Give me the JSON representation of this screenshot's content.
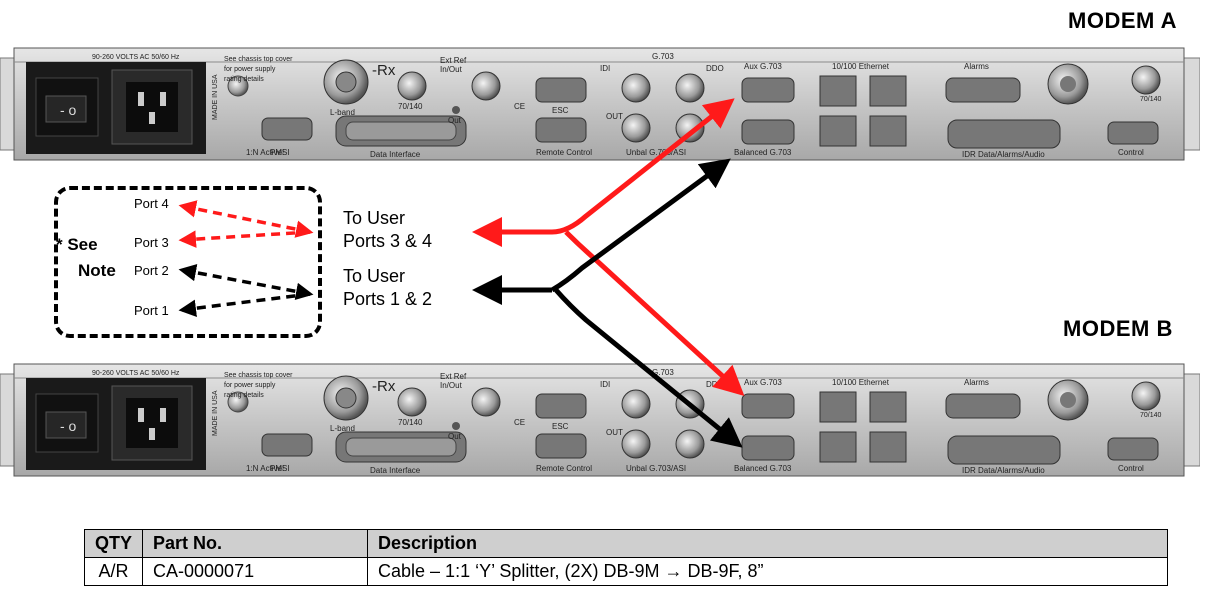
{
  "modem_a": {
    "title": "MODEM A",
    "labels": {
      "volts": "90-260 VOLTS AC  50/60 Hz",
      "cover": "See chassis top cover",
      "supply": "for power supply",
      "rating": "rating details",
      "rx": "-Rx",
      "lband": "L-band",
      "if": "70/140",
      "extref": "Ext Ref",
      "inout": "In/Out",
      "out": "Out",
      "ce": "CE",
      "idi": "IDI",
      "g703": "G.703",
      "ddo": "DDO",
      "aux": "Aux  G.703",
      "eth": "10/100  Ethernet",
      "alarms": "Alarms",
      "pmsi": "PMSI",
      "madein": "MADE IN USA",
      "active": "1:N  Active!",
      "datainterface": "Data  Interface",
      "esc": "ESC",
      "remote": "Remote  Control",
      "outlbl": "OUT",
      "unbal": "Unbal G.703/ASI",
      "balanced": "Balanced  G.703",
      "idr": "IDR  Data/Alarms/Audio",
      "control": "Control",
      "tx_if": "70/140"
    }
  },
  "modem_b": {
    "title": "MODEM B",
    "labels": {
      "volts": "90-260 VOLTS AC  50/60 Hz",
      "cover": "See chassis top cover",
      "supply": "for power supply",
      "rating": "rating details",
      "rx": "-Rx",
      "lband": "L-band",
      "if": "70/140",
      "extref": "Ext Ref",
      "inout": "In/Out",
      "out": "Out",
      "ce": "CE",
      "idi": "IDI",
      "g703": "G.703",
      "ddo": "DDO",
      "aux": "Aux  G.703",
      "eth": "10/100  Ethernet",
      "alarms": "Alarms",
      "pmsi": "PMSI",
      "madein": "MADE IN USA",
      "active": "1:N  Active!",
      "datainterface": "Data  Interface",
      "esc": "ESC",
      "remote": "Remote  Control",
      "outlbl": "OUT",
      "unbal": "Unbal G.703/ASI",
      "balanced": "Balanced  G.703",
      "idr": "IDR  Data/Alarms/Audio",
      "control": "Control",
      "tx_if": "70/140"
    }
  },
  "note": {
    "see": "* See",
    "note": "Note",
    "ports": [
      "Port 4",
      "Port 3",
      "Port 2",
      "Port 1"
    ]
  },
  "user_ports": {
    "upper": [
      "To User",
      "Ports 3 & 4"
    ],
    "lower": [
      "To User",
      "Ports 1 & 2"
    ]
  },
  "colors": {
    "red": "#ff1a1a",
    "black": "#000000",
    "panel": "#c9c9c9"
  },
  "parts_table": {
    "headers": {
      "qty": "QTY",
      "part": "Part No.",
      "desc": "Description"
    },
    "rows": [
      {
        "qty": "A/R",
        "part": "CA-0000071",
        "desc": "Cable – 1:1 ‘Y’ Splitter, (2X) DB-9M → DB-9F, 8”"
      }
    ]
  }
}
